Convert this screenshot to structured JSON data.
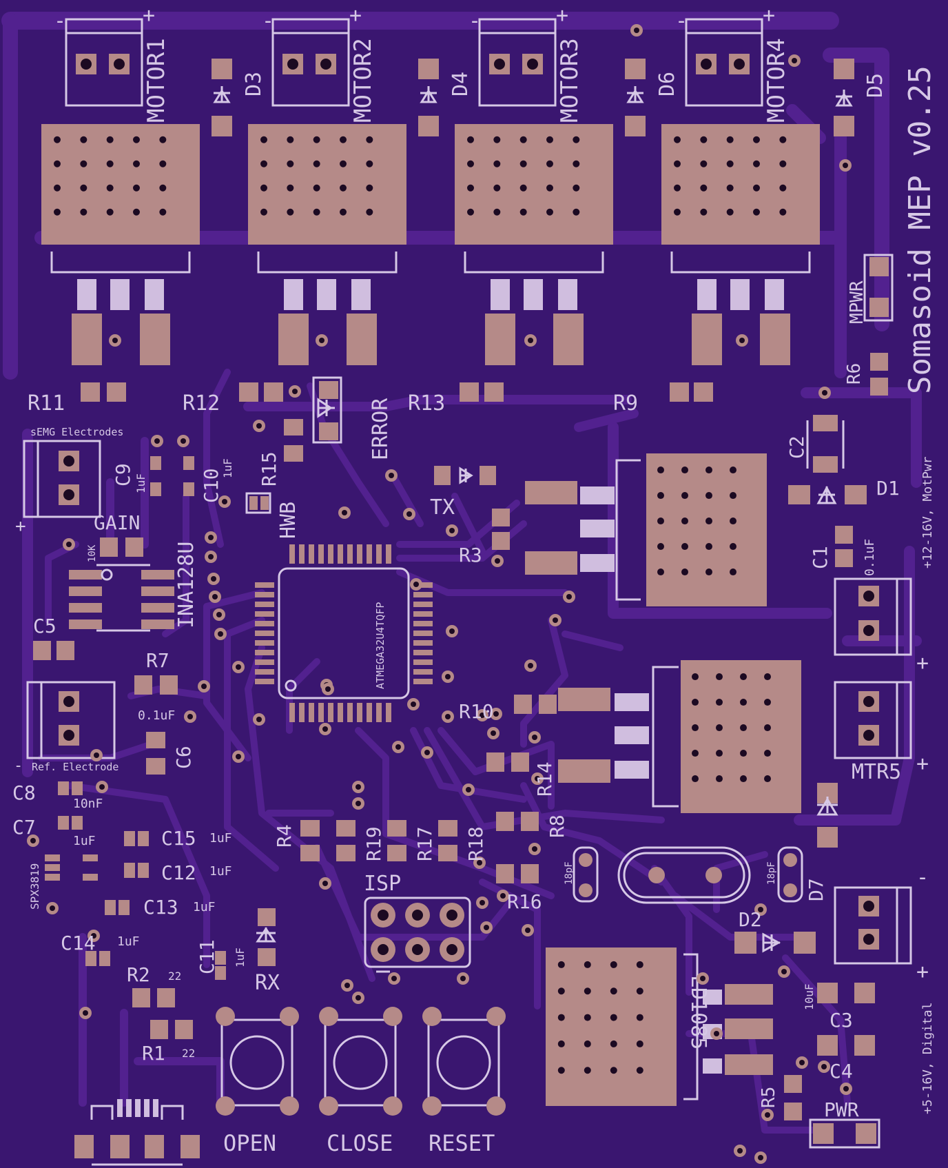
{
  "board": {
    "title": "Somasoid MEP v0.25",
    "label_motpwr": "+12-16V, MotPwr",
    "label_digital": "+5-16V, Digital"
  },
  "colors": {
    "board": "#3a1670",
    "copper": "#52218f",
    "pad": "#b58a88",
    "silk": "#d6c8e6",
    "hole": "#1c0a22"
  },
  "motors": [
    "MOTOR1",
    "MOTOR2",
    "MOTOR3",
    "MOTOR4"
  ],
  "diodes_top": [
    "D3",
    "D4",
    "D6",
    "D5"
  ],
  "resistors_top": [
    "R11",
    "R12",
    "R13",
    "R9"
  ],
  "labels": {
    "semg": "sEMG Electrodes",
    "ref": "Ref. Electrode",
    "gain": "GAIN",
    "ina": "INA128U",
    "mcu": "ATMEGA32U4TQFP",
    "error": "ERROR",
    "hwb": "HWB",
    "tx": "TX",
    "rx": "RX",
    "isp": "ISP",
    "mtr5": "MTR5",
    "mpwr": "MPWR",
    "pwr": "PWR",
    "reg": "LD1085",
    "spx": "SPX3819",
    "open": "OPEN",
    "close": "CLOSE",
    "reset": "RESET"
  },
  "parts": {
    "r15": "R15",
    "r3": "R3",
    "r10": "R10",
    "r14": "R14",
    "r8": "R8",
    "r16": "R16",
    "r4": "R4",
    "r19": "R19",
    "r17": "R17",
    "r18": "R18",
    "r7": "R7",
    "r6": "R6",
    "r5": "R5",
    "r2": "R2",
    "r1": "R1",
    "c1": "C1",
    "c2": "C2",
    "c3": "C3",
    "c4": "C4",
    "c5": "C5",
    "c6": "C6",
    "c7": "C7",
    "c8": "C8",
    "c9": "C9",
    "c10": "C10",
    "c11": "C11",
    "c12": "C12",
    "c13": "C13",
    "c14": "C14",
    "c15": "C15",
    "d1": "D1",
    "d2": "D2",
    "d7": "D7"
  },
  "values": {
    "v_1uf": "1uF",
    "v_01uf": "0.1uF",
    "v_10nf": "10nF",
    "v_18pf": "18pF",
    "v_10uf": "10uF",
    "v_10k": "10K",
    "v_22": "22"
  },
  "polarity": {
    "plus": "+",
    "minus": "-"
  }
}
